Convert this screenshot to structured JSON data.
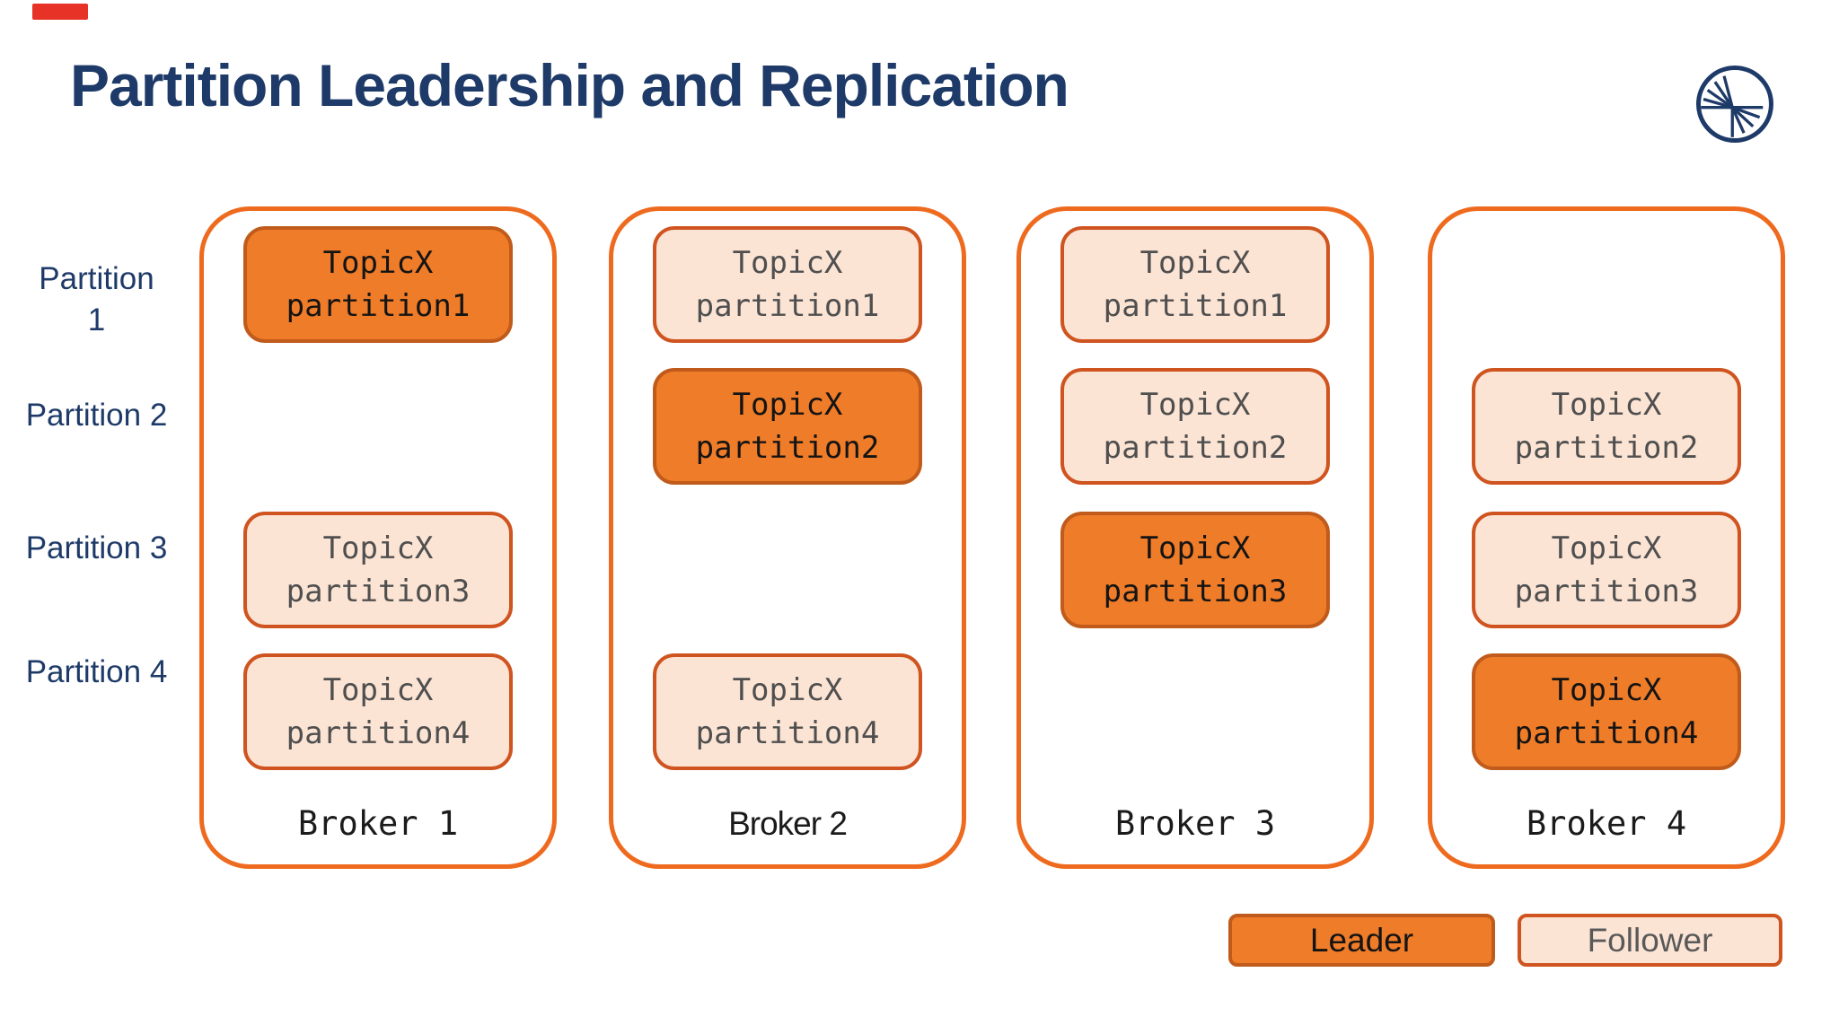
{
  "title": "Partition Leadership and Replication",
  "logo": {
    "name": "confluent-logo"
  },
  "row_labels": [
    "Partition\n1",
    "Partition 2",
    "Partition 3",
    "Partition 4"
  ],
  "brokers": [
    {
      "name": "Broker 1",
      "cells": [
        {
          "row": 1,
          "role": "leader",
          "text": "TopicX\npartition1"
        },
        {
          "row": 3,
          "role": "follower",
          "text": "TopicX\npartition3"
        },
        {
          "row": 4,
          "role": "follower",
          "text": "TopicX\npartition4"
        }
      ]
    },
    {
      "name": "Broker 2",
      "cells": [
        {
          "row": 1,
          "role": "follower",
          "text": "TopicX\npartition1"
        },
        {
          "row": 2,
          "role": "leader",
          "text": "TopicX\npartition2"
        },
        {
          "row": 4,
          "role": "follower",
          "text": "TopicX\npartition4"
        }
      ]
    },
    {
      "name": "Broker 3",
      "cells": [
        {
          "row": 1,
          "role": "follower",
          "text": "TopicX\npartition1"
        },
        {
          "row": 2,
          "role": "follower",
          "text": "TopicX\npartition2"
        },
        {
          "row": 3,
          "role": "leader",
          "text": "TopicX\npartition3"
        }
      ]
    },
    {
      "name": "Broker 4",
      "cells": [
        {
          "row": 2,
          "role": "follower",
          "text": "TopicX\npartition2"
        },
        {
          "row": 3,
          "role": "follower",
          "text": "TopicX\npartition3"
        },
        {
          "row": 4,
          "role": "leader",
          "text": "TopicX\npartition4"
        }
      ]
    }
  ],
  "legend": [
    {
      "role": "leader",
      "label": "Leader"
    },
    {
      "role": "follower",
      "label": "Follower"
    }
  ],
  "colors": {
    "navy": "#1e3a68",
    "broker_border": "#ee6a1e",
    "leader_fill": "#ef7c29",
    "leader_border": "#c05b1b",
    "leader_text": "#141414",
    "follower_fill": "#fce4d4",
    "follower_border": "#cf5420",
    "follower_text": "#4f4f4f",
    "red_mark": "#e63227"
  }
}
